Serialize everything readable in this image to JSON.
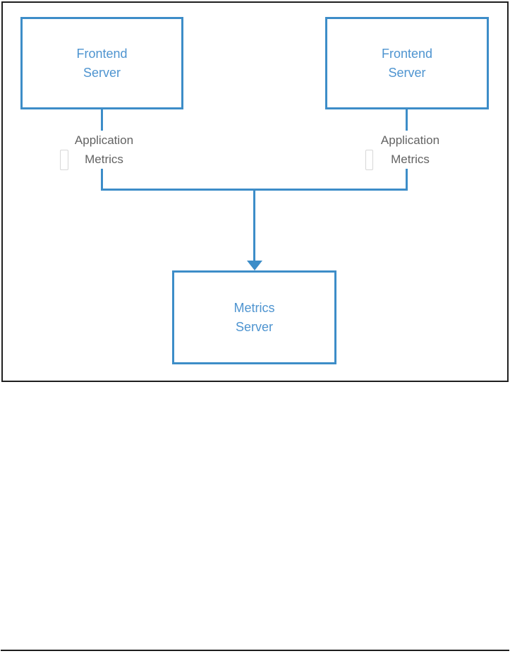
{
  "diagram": {
    "nodes": {
      "frontend_left": {
        "line1": "Frontend",
        "line2": "Server"
      },
      "frontend_right": {
        "line1": "Frontend",
        "line2": "Server"
      },
      "metrics_server": {
        "line1": "Metrics",
        "line2": "Server"
      }
    },
    "edge_labels": {
      "left": {
        "line1": "Application",
        "line2": "Metrics"
      },
      "right": {
        "line1": "Application",
        "line2": "Metrics"
      }
    },
    "colors": {
      "node_border": "#3d8dc8",
      "node_text": "#4e94d0",
      "connector": "#3d8dc8",
      "label_text": "#636363",
      "figure_border": "#1f1f1f",
      "separator_line": "#1d1d1d"
    }
  }
}
